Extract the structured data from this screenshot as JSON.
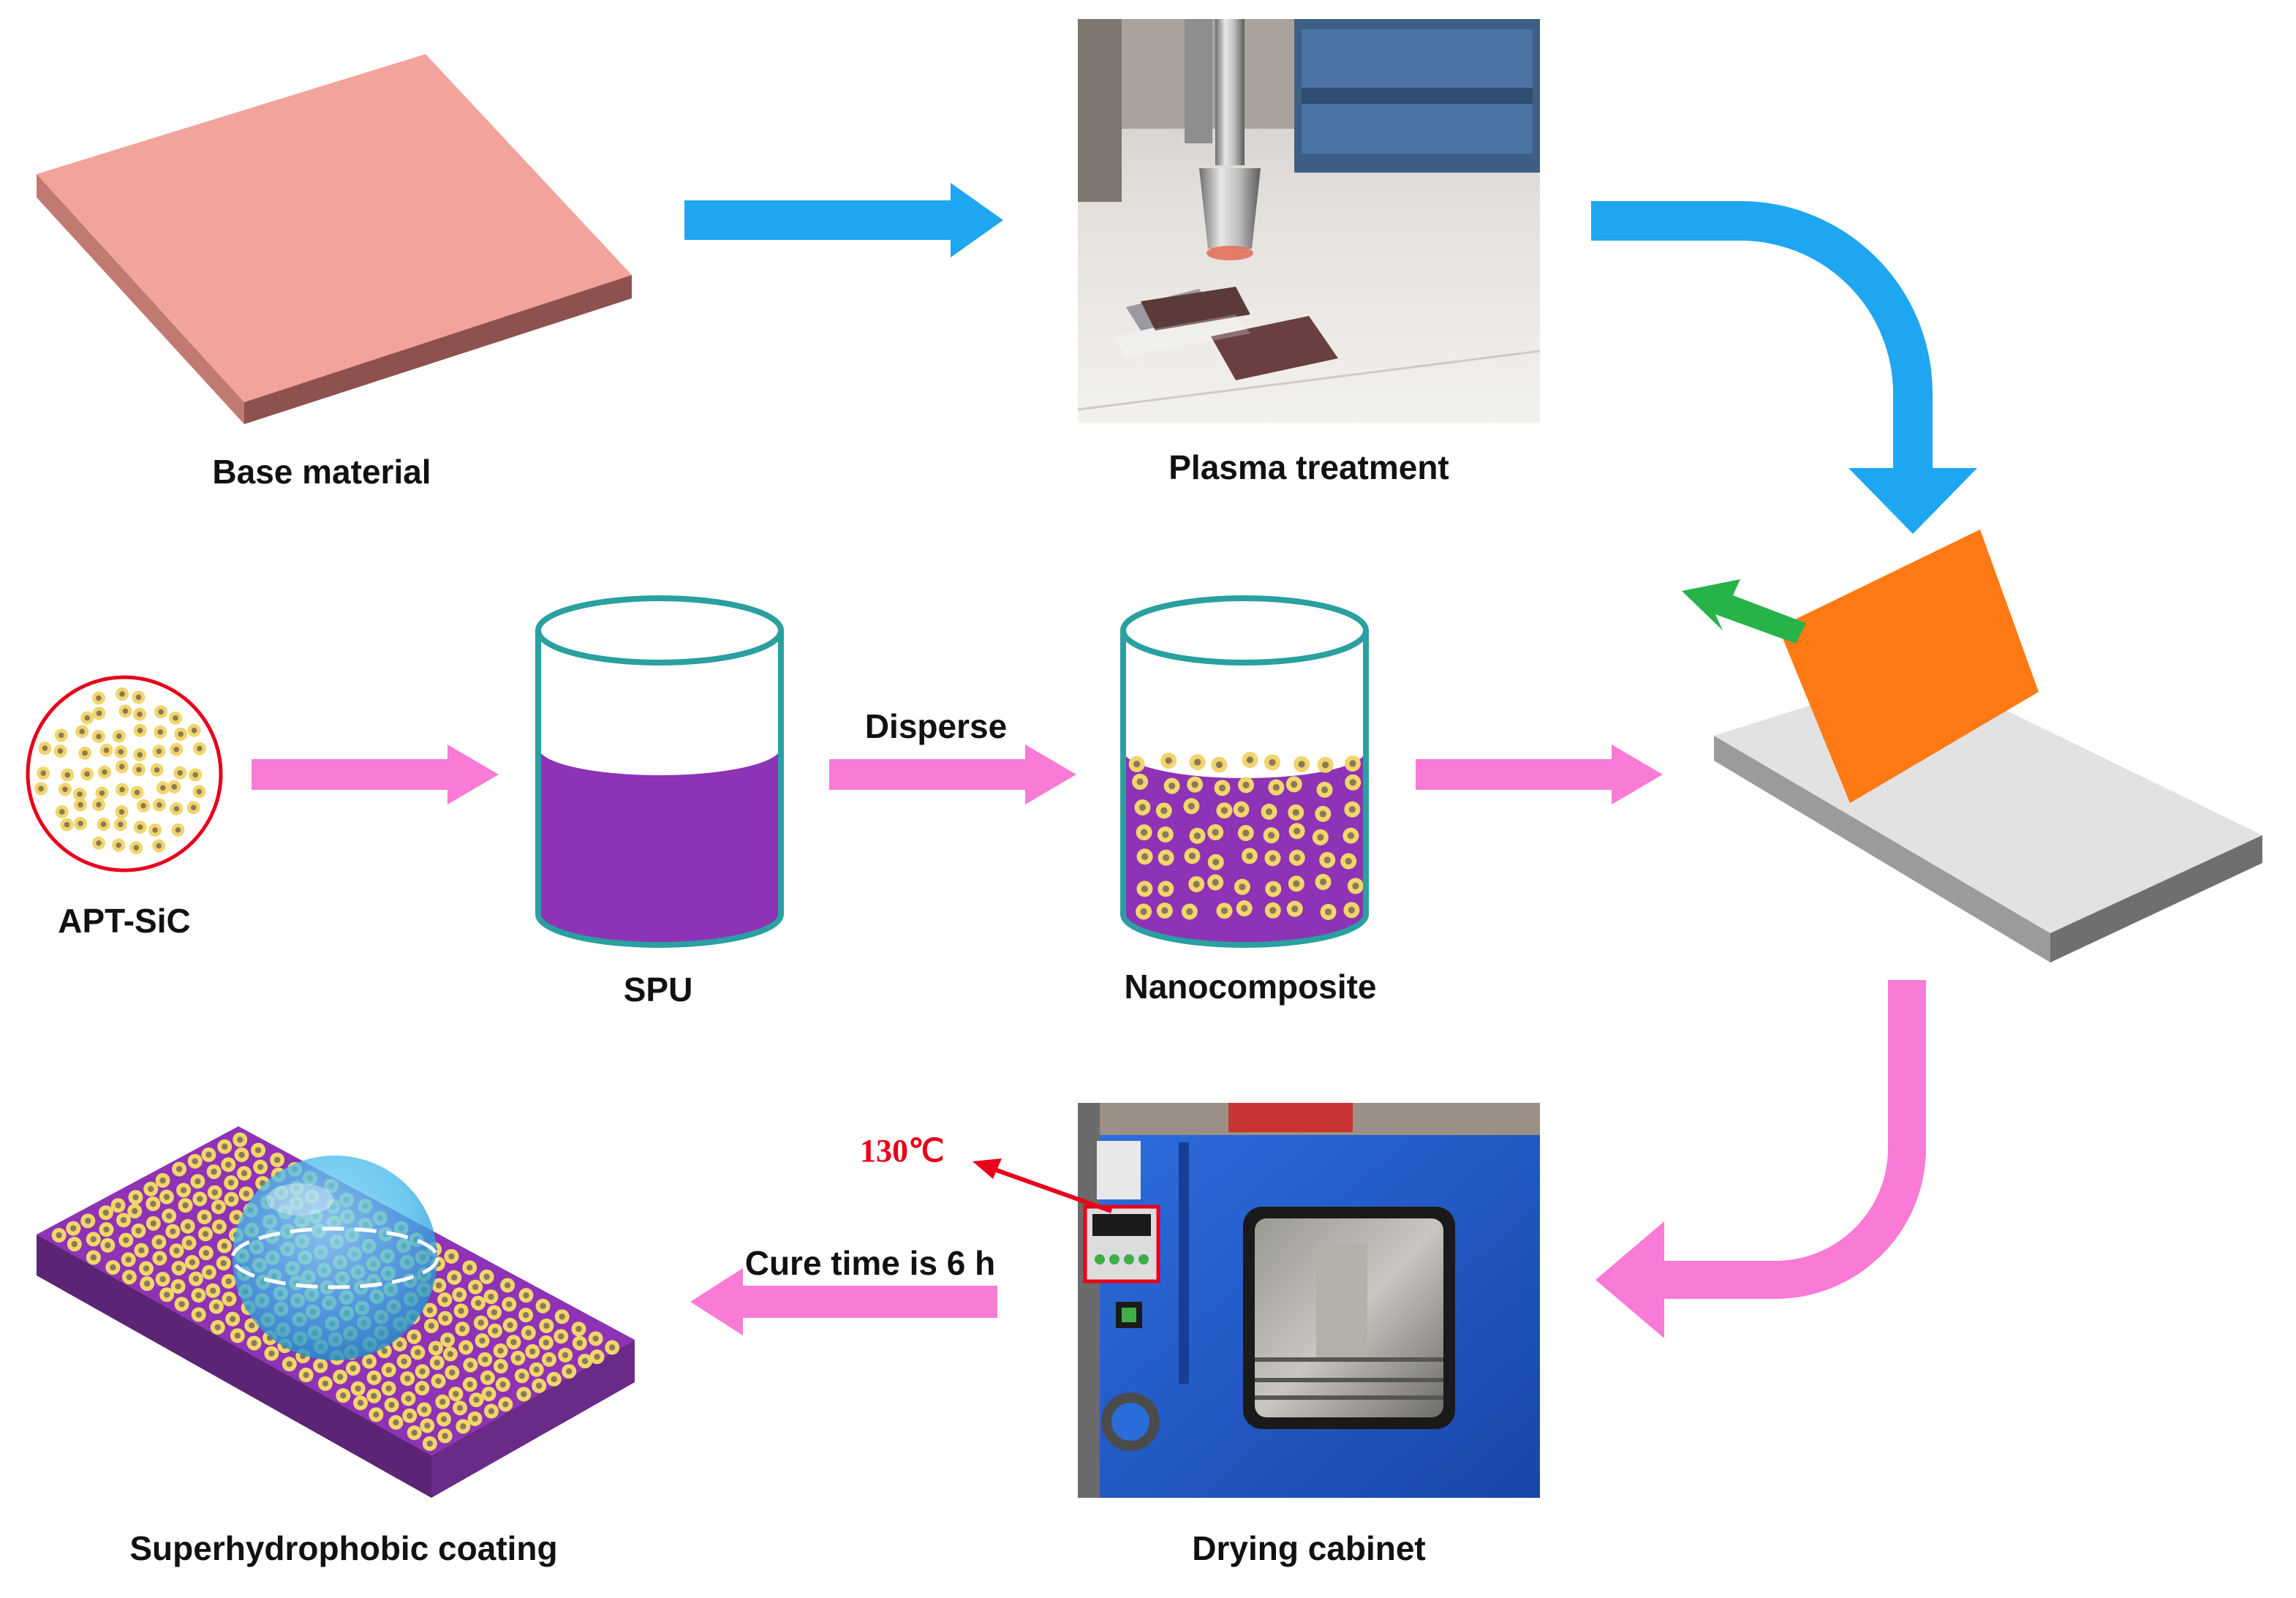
{
  "labels": {
    "base_material": "Base material",
    "plasma_treatment": "Plasma treatment",
    "apt_sic": "APT-SiC",
    "spu": "SPU",
    "disperse": "Disperse",
    "nanocomposite": "Nanocomposite",
    "superhydrophobic_coating": "Superhydrophobic coating",
    "drying_cabinet": "Drying cabinet",
    "cure_time": "Cure time is 6 h",
    "temperature": "130℃"
  },
  "colors": {
    "blue_arrow": "#1ea6f0",
    "pink_arrow": "#f97bd6",
    "green_arrow": "#27b24a",
    "temperature_arrow": "#e8001a",
    "base_top": "#f2a39b",
    "base_side": "#8d524f",
    "spu_liquid": "#8e32b6",
    "beaker_outline": "#2aa0a0",
    "particle": "#f2d56b",
    "particle_core": "#8a7a5a",
    "orange_panel": "#ff7a14",
    "platform_top": "#e2e2e2",
    "platform_side": "#7a7a7a",
    "cabinet_blue": "#1f57c8",
    "droplet": "#3fb6ea"
  }
}
